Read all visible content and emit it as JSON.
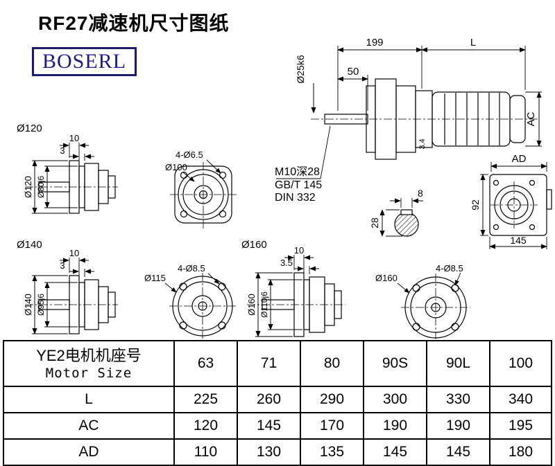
{
  "page": {
    "title": "RF27减速机尺寸图纸",
    "logo_text": "BOSERL",
    "colors": {
      "logo": "#1b1a6e",
      "line": "#000000",
      "background": "#ffffff"
    }
  },
  "drawings": {
    "main_assembly": {
      "dim_199": "199",
      "dim_L": "L",
      "dim_50": "50",
      "dim_shaft_dia": "Ø25k6",
      "dim_AC": "AC",
      "dim_3_4": "3.4",
      "note_tap": "M10深28",
      "note_gb": "GB/T 145",
      "note_din": "DIN 332"
    },
    "side_view": {
      "dim_AD": "AD",
      "dim_92": "92",
      "dim_145": "145"
    },
    "key_section": {
      "dim_8": "8",
      "dim_28": "28"
    },
    "flange_120": {
      "label": "Ø120",
      "dim_10": "10",
      "dim_3": "3",
      "dim_od": "Ø120",
      "dim_hub": "Ø80j6"
    },
    "face_100": {
      "dim_holes": "4-Ø6.5",
      "dim_bc": "Ø100"
    },
    "flange_140": {
      "label": "Ø140",
      "dim_10": "10",
      "dim_3": "3",
      "dim_od": "Ø140",
      "dim_hub": "Ø95j6"
    },
    "face_115": {
      "label": "Ø115",
      "dim_holes": "4-Ø8.5"
    },
    "flange_160": {
      "label": "Ø160",
      "dim_10": "10",
      "dim_3_5": "3.5",
      "dim_od": "Ø160",
      "dim_hub": "Ø110j6"
    },
    "face_160": {
      "label": "Ø160",
      "dim_holes": "4-Ø8.5"
    }
  },
  "table": {
    "header": {
      "cn": "YE2电机机座号",
      "en": "Motor Size"
    },
    "motor_sizes": [
      "63",
      "71",
      "80",
      "90S",
      "90L",
      "100"
    ],
    "rows": [
      {
        "label": "L",
        "values": [
          "225",
          "260",
          "290",
          "300",
          "330",
          "340"
        ]
      },
      {
        "label": "AC",
        "values": [
          "120",
          "145",
          "170",
          "190",
          "190",
          "195"
        ]
      },
      {
        "label": "AD",
        "values": [
          "110",
          "130",
          "135",
          "145",
          "145",
          "180"
        ]
      }
    ]
  }
}
